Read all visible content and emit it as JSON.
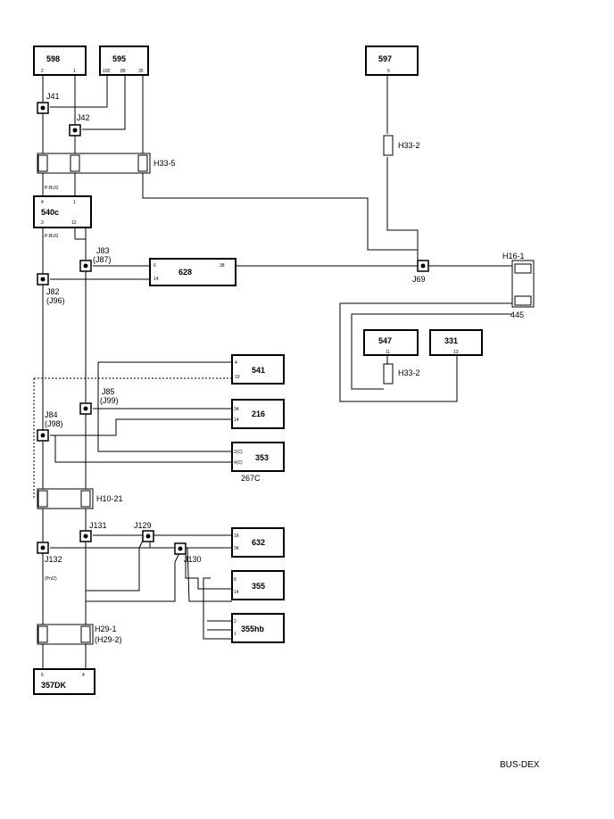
{
  "diagram": {
    "footer_code": "BUS-DEX",
    "components": [
      {
        "name": "598",
        "pins": [
          "2",
          "1"
        ]
      },
      {
        "name": "595",
        "pins": [
          "100",
          "89",
          "35"
        ]
      },
      {
        "name": "597",
        "pins": [
          "5"
        ]
      },
      {
        "name": "540c",
        "pins_top": [
          "4",
          "1"
        ],
        "pins_bottom": [
          "3",
          "12"
        ]
      },
      {
        "name": "628",
        "pins": [
          "6",
          "14",
          "38"
        ]
      },
      {
        "name": "547",
        "pins": [
          "11"
        ]
      },
      {
        "name": "331",
        "pins": [
          "13"
        ]
      },
      {
        "name": "541",
        "pins": [
          "4",
          "10"
        ]
      },
      {
        "name": "216",
        "pins": [
          "34",
          "14"
        ]
      },
      {
        "name": "353",
        "pins": [
          "2(C)",
          "4(C)"
        ]
      },
      {
        "name": "632",
        "pins": [
          "16",
          "34"
        ]
      },
      {
        "name": "355",
        "pins": [
          "6",
          "14"
        ]
      },
      {
        "name": "355hb",
        "pins": [
          "2",
          "1"
        ]
      },
      {
        "name": "357DK",
        "pins": [
          "6",
          "4"
        ]
      }
    ],
    "junctions": [
      "J41",
      "J42",
      "J83",
      "(J87)",
      "J82",
      "(J96)",
      "J69",
      "J85",
      "(J99)",
      "J84",
      "(J98)",
      "J131",
      "J129",
      "J130",
      "J132"
    ],
    "connectors": [
      "H33-5",
      "H33-2",
      "H16-1",
      "H10-21",
      "H29-1",
      "(H29-2)"
    ],
    "labels": {
      "h33_2_lower": "H33-2",
      "c445": "445",
      "c267c": "267C",
      "p_bus_1": "P-BUS",
      "p_bus_2": "P-BUS",
      "pn_label": "(Pn/2)"
    }
  }
}
